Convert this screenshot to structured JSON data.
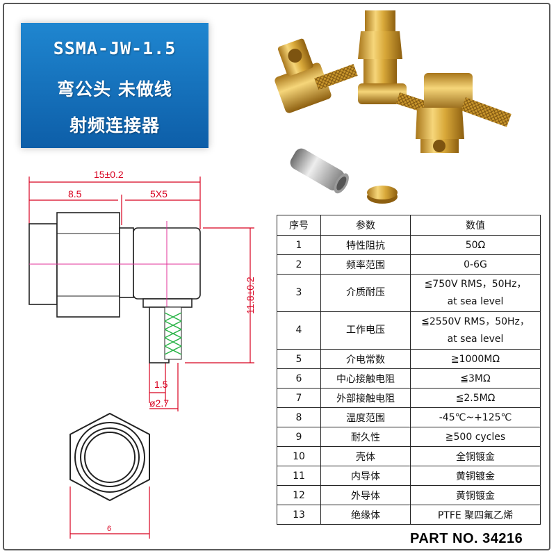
{
  "title": {
    "model": "SSMA-JW-1.5",
    "line2": "弯公头 未做线",
    "line3": "射频连接器"
  },
  "drawing": {
    "dim_total_width": "15±0.2",
    "dim_body": "8.5",
    "dim_hex": "5X5",
    "dim_height": "11.8±0.2",
    "dim_pin": "1.5",
    "dim_cable": "ø2.7",
    "dim_hex_flat": "6"
  },
  "table": {
    "headers": [
      "序号",
      "参数",
      "数值"
    ],
    "rows": [
      {
        "no": "1",
        "param": "特性阻抗",
        "value": "50Ω"
      },
      {
        "no": "2",
        "param": "频率范围",
        "value": "0-6G"
      },
      {
        "no": "3",
        "param": "介质耐压",
        "value": "≦750V RMS，50Hz，",
        "value2": "at sea level"
      },
      {
        "no": "4",
        "param": "工作电压",
        "value": "≦2550V RMS，50Hz，",
        "value2": "at sea level"
      },
      {
        "no": "5",
        "param": "介电常数",
        "value": "≧1000MΩ"
      },
      {
        "no": "6",
        "param": "中心接触电阻",
        "value": "≦3MΩ"
      },
      {
        "no": "7",
        "param": "外部接触电阻",
        "value": "≦2.5MΩ"
      },
      {
        "no": "8",
        "param": "温度范围",
        "value": "-45℃~+125℃"
      },
      {
        "no": "9",
        "param": "耐久性",
        "value": "≧500 cycles"
      },
      {
        "no": "10",
        "param": "壳体",
        "value": "全铜镀金"
      },
      {
        "no": "11",
        "param": "内导体",
        "value": "黄铜镀金"
      },
      {
        "no": "12",
        "param": "外导体",
        "value": "黄铜镀金"
      },
      {
        "no": "13",
        "param": "绝缘体",
        "value": "PTFE 聚四氟乙烯"
      }
    ]
  },
  "part_no": "PART NO. 34216",
  "colors": {
    "title_bg": "#1f86d0",
    "gold": "#d9a93a",
    "dim_red": "#d8001f",
    "center_magenta": "#e0309a",
    "pin_green": "#2db54a"
  }
}
